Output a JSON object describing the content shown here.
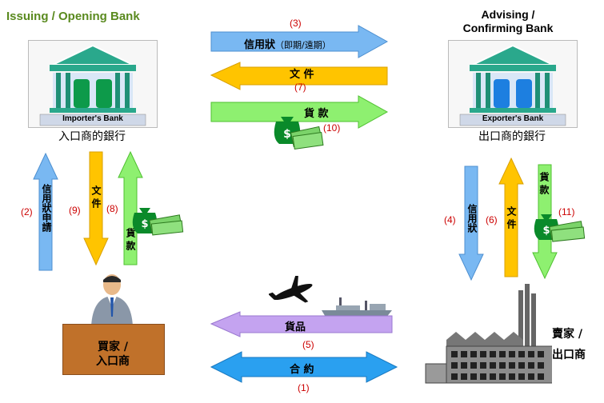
{
  "headers": {
    "issuing": "Issuing  / Opening Bank",
    "advising_line1": "Advising /",
    "advising_line2": "Confirming Bank"
  },
  "importer_bank": {
    "plate": "Importer's Bank",
    "caption": "入口商的銀行"
  },
  "exporter_bank": {
    "plate": "Exporter's Bank",
    "caption": "出口商的銀行"
  },
  "buyer": {
    "line1": "買家 /",
    "line2": "入口商"
  },
  "seller": {
    "line1": "賣家 /",
    "line2": "出口商"
  },
  "flows": {
    "f1": {
      "num": "(1)",
      "label": "合 約"
    },
    "f2": {
      "num": "(2)",
      "label": "信用狀申請"
    },
    "f3": {
      "num": "(3)",
      "label": "信用狀",
      "sub": "（即期/遠期）"
    },
    "f4": {
      "num": "(4)",
      "label": "信用狀"
    },
    "f5": {
      "num": "(5)",
      "label": "貨品"
    },
    "f6": {
      "num": "(6)",
      "label": "文 件"
    },
    "f7": {
      "num": "(7)",
      "label": "文 件"
    },
    "f8": {
      "num": "(8)",
      "label": "貨 款"
    },
    "f9": {
      "num": "(9)",
      "label": "文 件"
    },
    "f10": {
      "num": "(10)",
      "label": "貨 款"
    },
    "f11": {
      "num": "(11)",
      "label": "貨 款"
    }
  },
  "colors": {
    "blue_arrow": "#79b8f2",
    "yellow_arrow": "#ffc400",
    "green_arrow": "#8ef070",
    "purple_arrow": "#c4a3f0",
    "contract_arrow": "#2aa0f0",
    "bank_teal": "#2aa88c",
    "desk": "#c0712a"
  },
  "icons": [
    "bank-building-icon",
    "money-bag-icon",
    "airplane-icon",
    "ship-icon",
    "factory-icon",
    "businessman-icon"
  ]
}
